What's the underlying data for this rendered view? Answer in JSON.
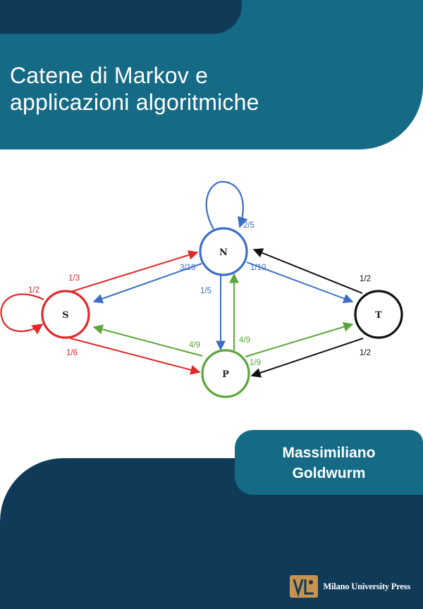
{
  "book": {
    "title_line1": "Catene di Markov e",
    "title_line2": "applicazioni algoritmiche",
    "author_first": "Massimiliano",
    "author_last": "Goldwurm",
    "publisher": "Milano University Press"
  },
  "colors": {
    "band_light": "#156a86",
    "band_dark": "#0f3b59",
    "red": "#e02828",
    "blue": "#3c6fc4",
    "green": "#5aa63a",
    "black": "#111111"
  },
  "diagram": {
    "nodes": {
      "N": "N",
      "S": "S",
      "P": "P",
      "T": "T"
    },
    "edge_labels": {
      "n_loop": "2/5",
      "n_to_s": "3/10",
      "n_to_t": "1/10",
      "n_to_p": "1/5",
      "s_loop": "1/2",
      "s_to_n": "1/3",
      "s_to_p": "1/6",
      "p_to_s": "4/9",
      "p_to_n": "4/9",
      "p_to_t": "1/9",
      "t_to_n": "1/2",
      "t_to_p": "1/2"
    }
  }
}
